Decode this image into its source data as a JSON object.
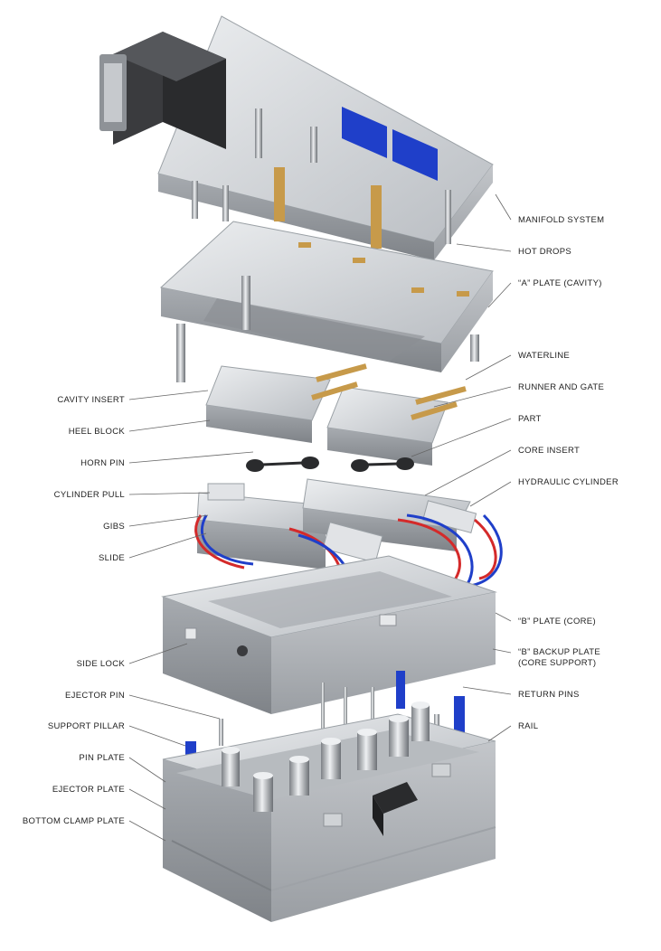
{
  "labels_right": [
    {
      "id": "manifold-system",
      "text": "MANIFOLD SYSTEM"
    },
    {
      "id": "hot-drops",
      "text": "HOT DROPS"
    },
    {
      "id": "a-plate",
      "text": "“A” PLATE (CAVITY)"
    },
    {
      "id": "waterline",
      "text": "WATERLINE"
    },
    {
      "id": "runner-and-gate",
      "text": "RUNNER AND GATE"
    },
    {
      "id": "part",
      "text": "PART"
    },
    {
      "id": "core-insert",
      "text": "CORE INSERT"
    },
    {
      "id": "hydraulic-cylinder",
      "text": "HYDRAULIC CYLINDER"
    },
    {
      "id": "b-plate",
      "text": "“B” PLATE (CORE)"
    },
    {
      "id": "b-backup-plate-1",
      "text": "“B” BACKUP PLATE"
    },
    {
      "id": "b-backup-plate-2",
      "text": "(CORE SUPPORT)"
    },
    {
      "id": "return-pins",
      "text": "RETURN PINS"
    },
    {
      "id": "rail",
      "text": "RAIL"
    }
  ],
  "labels_left": [
    {
      "id": "cavity-insert",
      "text": "CAVITY INSERT"
    },
    {
      "id": "heel-block",
      "text": "HEEL BLOCK"
    },
    {
      "id": "horn-pin",
      "text": "HORN PIN"
    },
    {
      "id": "cylinder-pull",
      "text": "CYLINDER PULL"
    },
    {
      "id": "gibs",
      "text": "GIBS"
    },
    {
      "id": "slide",
      "text": "SLIDE"
    },
    {
      "id": "side-lock",
      "text": "SIDE LOCK"
    },
    {
      "id": "ejector-pin",
      "text": "EJECTOR PIN"
    },
    {
      "id": "support-pillar",
      "text": "SUPPORT PILLAR"
    },
    {
      "id": "pin-plate",
      "text": "PIN PLATE"
    },
    {
      "id": "ejector-plate",
      "text": "EJECTOR PLATE"
    },
    {
      "id": "bottom-clamp-plate",
      "text": "BOTTOM CLAMP PLATE"
    }
  ],
  "colors": {
    "steel": "#c9ccd0",
    "steel_dark": "#8d9196",
    "steel_light": "#e6e8ea",
    "blue": "#1f3fc9",
    "red": "#d42a2a",
    "brass": "#c79a4a",
    "black": "#2a2b2d",
    "leader": "#666666"
  }
}
